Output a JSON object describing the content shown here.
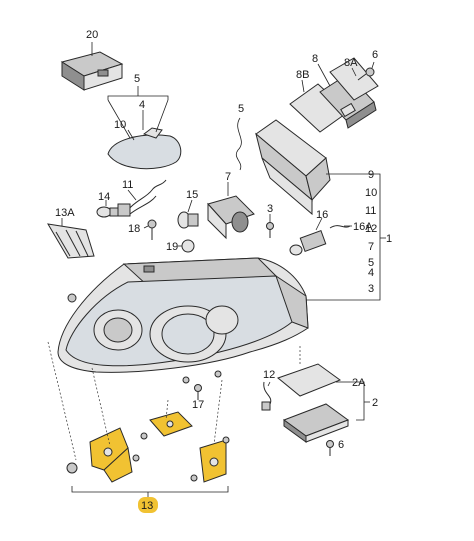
{
  "diagram": {
    "labels": [
      {
        "id": "20",
        "text": "20"
      },
      {
        "id": "5a",
        "text": "5"
      },
      {
        "id": "4",
        "text": "4"
      },
      {
        "id": "10",
        "text": "10"
      },
      {
        "id": "8",
        "text": "8"
      },
      {
        "id": "8b",
        "text": "8B"
      },
      {
        "id": "8a",
        "text": "8A"
      },
      {
        "id": "6a",
        "text": "6"
      },
      {
        "id": "5b",
        "text": "5"
      },
      {
        "id": "9",
        "text": "9"
      },
      {
        "id": "10r",
        "text": "10"
      },
      {
        "id": "11r",
        "text": "11"
      },
      {
        "id": "12r",
        "text": "12"
      },
      {
        "id": "11",
        "text": "11"
      },
      {
        "id": "13a",
        "text": "13A"
      },
      {
        "id": "14",
        "text": "14"
      },
      {
        "id": "15",
        "text": "15"
      },
      {
        "id": "7a",
        "text": "7"
      },
      {
        "id": "18",
        "text": "18"
      },
      {
        "id": "3a",
        "text": "3"
      },
      {
        "id": "19",
        "text": "19"
      },
      {
        "id": "16",
        "text": "16"
      },
      {
        "id": "16a",
        "text": "16A"
      },
      {
        "id": "7r",
        "text": "7"
      },
      {
        "id": "5r",
        "text": "5"
      },
      {
        "id": "4r",
        "text": "4"
      },
      {
        "id": "3r",
        "text": "3"
      },
      {
        "id": "1",
        "text": "1"
      },
      {
        "id": "12",
        "text": "12"
      },
      {
        "id": "2a",
        "text": "2A"
      },
      {
        "id": "2",
        "text": "2"
      },
      {
        "id": "17",
        "text": "17"
      },
      {
        "id": "6b",
        "text": "6"
      },
      {
        "id": "13",
        "text": "13"
      }
    ]
  }
}
